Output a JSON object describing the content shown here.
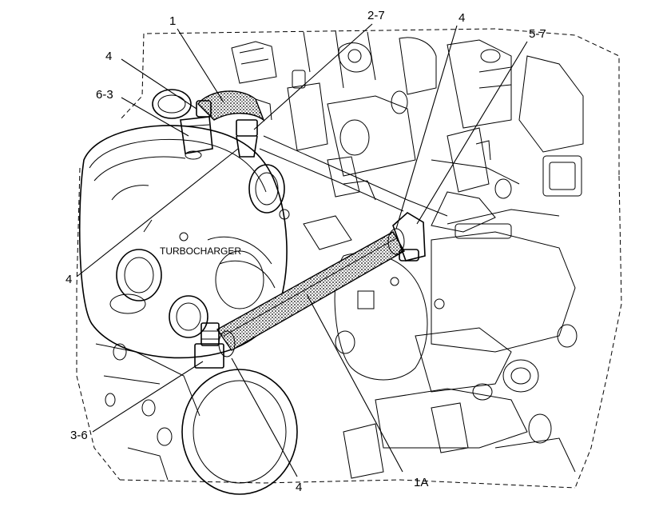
{
  "diagram": {
    "caption_turbocharger": "TURBOCHARGER",
    "callouts": {
      "c1": "1",
      "c2_7": "2-7",
      "c4_top_center": "4",
      "c5_7": "5-7",
      "c4_left": "4",
      "c6_3": "6-3",
      "c4_mid_left": "4",
      "c3_6": "3-6",
      "c4_bottom": "4",
      "c1a": "1A"
    }
  },
  "colors": {
    "line": "#000000",
    "background": "#ffffff",
    "hose_fill": "#b8b8b8"
  }
}
